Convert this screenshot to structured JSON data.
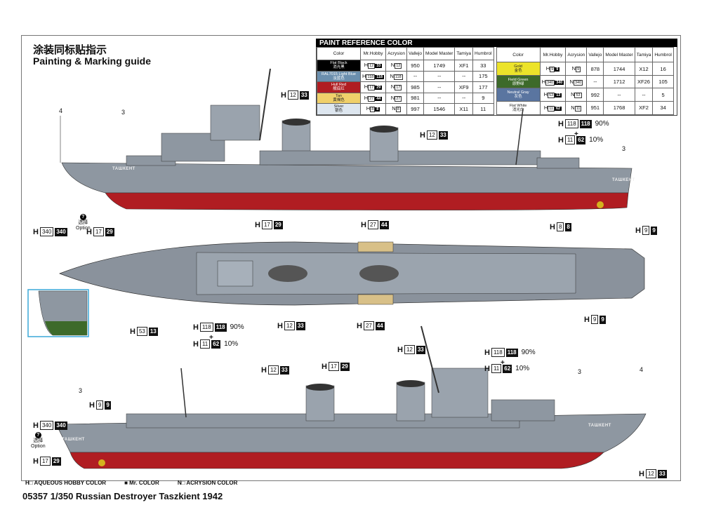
{
  "header": {
    "title_cn": "涂装同标贴指示",
    "title_en": "Painting & Marking guide"
  },
  "paint_table": {
    "title": "PAINT  REFERENCE COLOR",
    "columns": [
      "Color",
      "Mr.Hobby",
      "Acrysion",
      "Vallejo",
      "Model Master",
      "Tamiya",
      "Humbrol"
    ],
    "left_rows": [
      {
        "color": "Flat Black",
        "color_cn": "消光黑",
        "swatch": "#000000",
        "text": "#ffffff",
        "h": "12",
        "mr": "33",
        "n": "12",
        "vallejo": "950",
        "mm": "1749",
        "tamiya": "XF1",
        "humbrol": "33"
      },
      {
        "color": "RAL7015 Light Blue",
        "color_cn": "淡蓝色",
        "swatch": "#6b8fae",
        "text": "#ffffff",
        "h": "118",
        "mr": "118",
        "n": "118",
        "vallejo": "--",
        "mm": "--",
        "tamiya": "--",
        "humbrol": "175"
      },
      {
        "color": "Hull Red",
        "color_cn": "舰底红",
        "swatch": "#b01d22",
        "text": "#ffffff",
        "h": "17",
        "mr": "29",
        "n": "17",
        "vallejo": "985",
        "mm": "--",
        "tamiya": "XF9",
        "humbrol": "177"
      },
      {
        "color": "Tan",
        "color_cn": "黄褐色",
        "swatch": "#f0d06a",
        "text": "#222222",
        "h": "27",
        "mr": "44",
        "n": "27",
        "vallejo": "981",
        "mm": "--",
        "tamiya": "--",
        "humbrol": "9"
      },
      {
        "color": "Silver",
        "color_cn": "银色",
        "swatch": "#dde6ef",
        "text": "#222222",
        "h": "8",
        "mr": "8",
        "n": "8",
        "vallejo": "997",
        "mm": "1546",
        "tamiya": "X11",
        "humbrol": "11"
      }
    ],
    "right_rows": [
      {
        "color": "Gold",
        "color_cn": "金色",
        "swatch": "#ece32a",
        "text": "#222222",
        "h": "9",
        "mr": "9",
        "n": "9",
        "vallejo": "878",
        "mm": "1744",
        "tamiya": "X12",
        "humbrol": "16"
      },
      {
        "color": "Field Green",
        "color_cn": "原野绿",
        "swatch": "#3d6a2a",
        "text": "#ffffff",
        "h": "340",
        "mr": "340",
        "n": "340",
        "vallejo": "--",
        "mm": "1712",
        "tamiya": "XF26",
        "humbrol": "105"
      },
      {
        "color": "Neutral Gray",
        "color_cn": "灰色",
        "swatch": "#5a75a0",
        "text": "#ffffff",
        "h": "53",
        "mr": "13",
        "n": "53",
        "vallejo": "992",
        "mm": "--",
        "tamiya": "--",
        "humbrol": "5"
      },
      {
        "color": "Flat White",
        "color_cn": "消光白",
        "swatch": "#ffffff",
        "text": "#222222",
        "h": "11",
        "mr": "62",
        "n": "11",
        "vallejo": "951",
        "mm": "1768",
        "tamiya": "XF2",
        "humbrol": "34"
      }
    ]
  },
  "callouts": [
    {
      "h": "12",
      "code": "33"
    },
    {
      "h": "12",
      "code": "33"
    },
    {
      "h": "118",
      "code": "118",
      "pct": "90%"
    },
    {
      "h": "11",
      "code": "62",
      "pct": "10%"
    },
    {
      "h": "340",
      "code": "340"
    },
    {
      "h": "17",
      "code": "29"
    },
    {
      "h": "17",
      "code": "29"
    },
    {
      "h": "8",
      "code": "8"
    },
    {
      "h": "9",
      "code": "9"
    },
    {
      "h": "27",
      "code": "44"
    },
    {
      "h": "53",
      "code": "13"
    },
    {
      "h": "118",
      "code": "118",
      "pct": "90%"
    },
    {
      "h": "11",
      "code": "62",
      "pct": "10%"
    },
    {
      "h": "12",
      "code": "33"
    },
    {
      "h": "27",
      "code": "44"
    },
    {
      "h": "9",
      "code": "9"
    },
    {
      "h": "12",
      "code": "33"
    },
    {
      "h": "17",
      "code": "29"
    },
    {
      "h": "12",
      "code": "33"
    },
    {
      "h": "118",
      "code": "118",
      "pct": "90%"
    },
    {
      "h": "11",
      "code": "62",
      "pct": "10%"
    },
    {
      "h": "9",
      "code": "9"
    },
    {
      "h": "340",
      "code": "340"
    },
    {
      "h": "17",
      "code": "29"
    },
    {
      "h": "12",
      "code": "33"
    }
  ],
  "h_letter": "H",
  "plus": "+",
  "option": {
    "cn": "选择",
    "en": "Option",
    "mark": "?"
  },
  "decal_numbers": {
    "four": "4",
    "three": "3"
  },
  "ship_name": "ТАШКЕНТ",
  "legend": {
    "aqueous": "AQUEOUS HOBBY COLOR",
    "mr": "Mr. COLOR",
    "acrysion": "ACRYSION COLOR"
  },
  "footer": "05357   1/350   Russian Destroyer Taszkient 1942"
}
